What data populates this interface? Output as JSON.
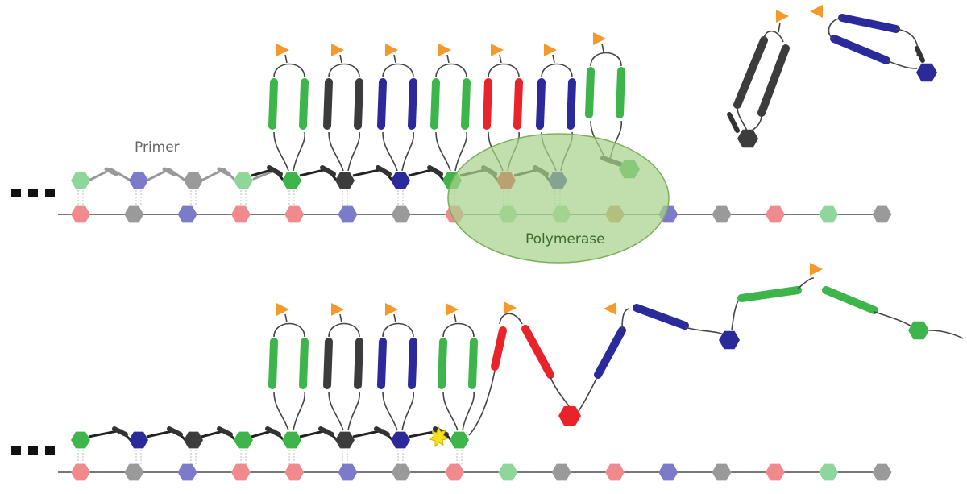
{
  "labels": {
    "primer": "Primer",
    "polymerase": "Polymerase",
    "ellipsis_top": "...",
    "ellipsis_bottom": "..."
  },
  "colors": {
    "green": "#3db54a",
    "dark": "#3c3c3c",
    "blue": "#2b2a9b",
    "red": "#e8242a",
    "orange": "#f59a2a",
    "polymerase_fill": "#a9d18e",
    "polymerase_stroke": "#7cb05a",
    "label_gray": "#666666",
    "label_green": "#3a6b2a",
    "backbone": "#666666",
    "star": "#f7e21b"
  },
  "template_strand_top": [
    "red",
    "gray",
    "blue",
    "red",
    "red",
    "blue",
    "gray",
    "red",
    "green",
    "green",
    "orange",
    "blue",
    "gray",
    "red",
    "green",
    "gray"
  ],
  "template_strand_bottom": [
    "red",
    "gray",
    "blue",
    "red",
    "red",
    "blue",
    "gray",
    "red",
    "green",
    "gray",
    "red",
    "blue",
    "gray",
    "red",
    "green",
    "gray"
  ],
  "primer_bases": [
    "green",
    "blue",
    "gray",
    "green"
  ],
  "incorporated_top": [
    "green",
    "dark",
    "blue",
    "green",
    "red",
    "blue"
  ],
  "incoming_top": [
    "green"
  ],
  "free_nucleotides": [
    "dark",
    "blue"
  ],
  "incorporated_bottom": [
    "green",
    "blue",
    "dark",
    "green",
    "green",
    "dark",
    "blue",
    "green"
  ],
  "released_chain": [
    "red",
    "blue",
    "green"
  ]
}
